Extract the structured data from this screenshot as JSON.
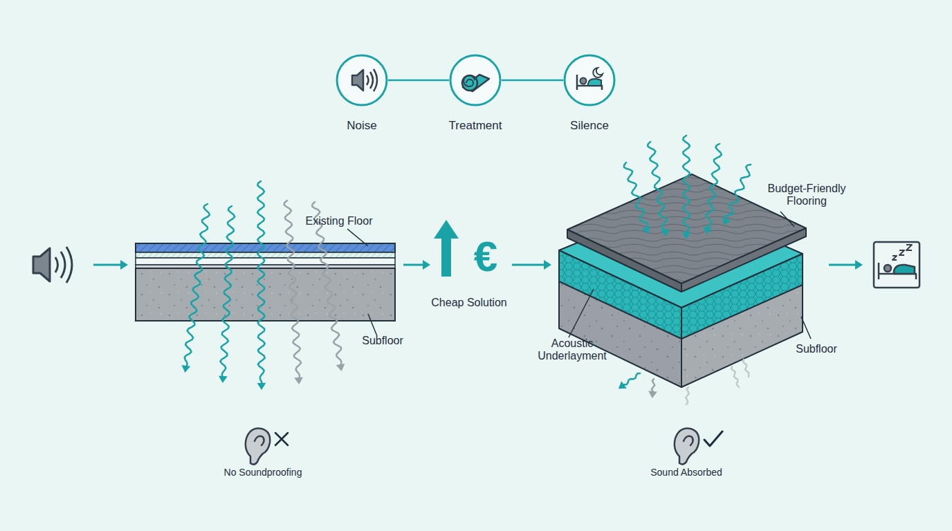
{
  "diagram": {
    "nodes": [
      {
        "text": [
          "Noise"
        ]
      },
      {
        "text": [
          "Treatment"
        ]
      },
      {
        "text": [
          "Silence"
        ]
      }
    ],
    "edges": [
      {
        "from": 0,
        "to": 1,
        "arrow": "none"
      },
      {
        "from": 1,
        "to": 2,
        "arrow": "none"
      }
    ],
    "labels": [
      "Existing Floor",
      "Subfloor",
      "No Soundproofing",
      "€",
      "Cheap Solution",
      "Budget-Friendly Flooring",
      "Acoustic Underlayment",
      "Subfloor",
      "Sound Absorbed"
    ]
  }
}
